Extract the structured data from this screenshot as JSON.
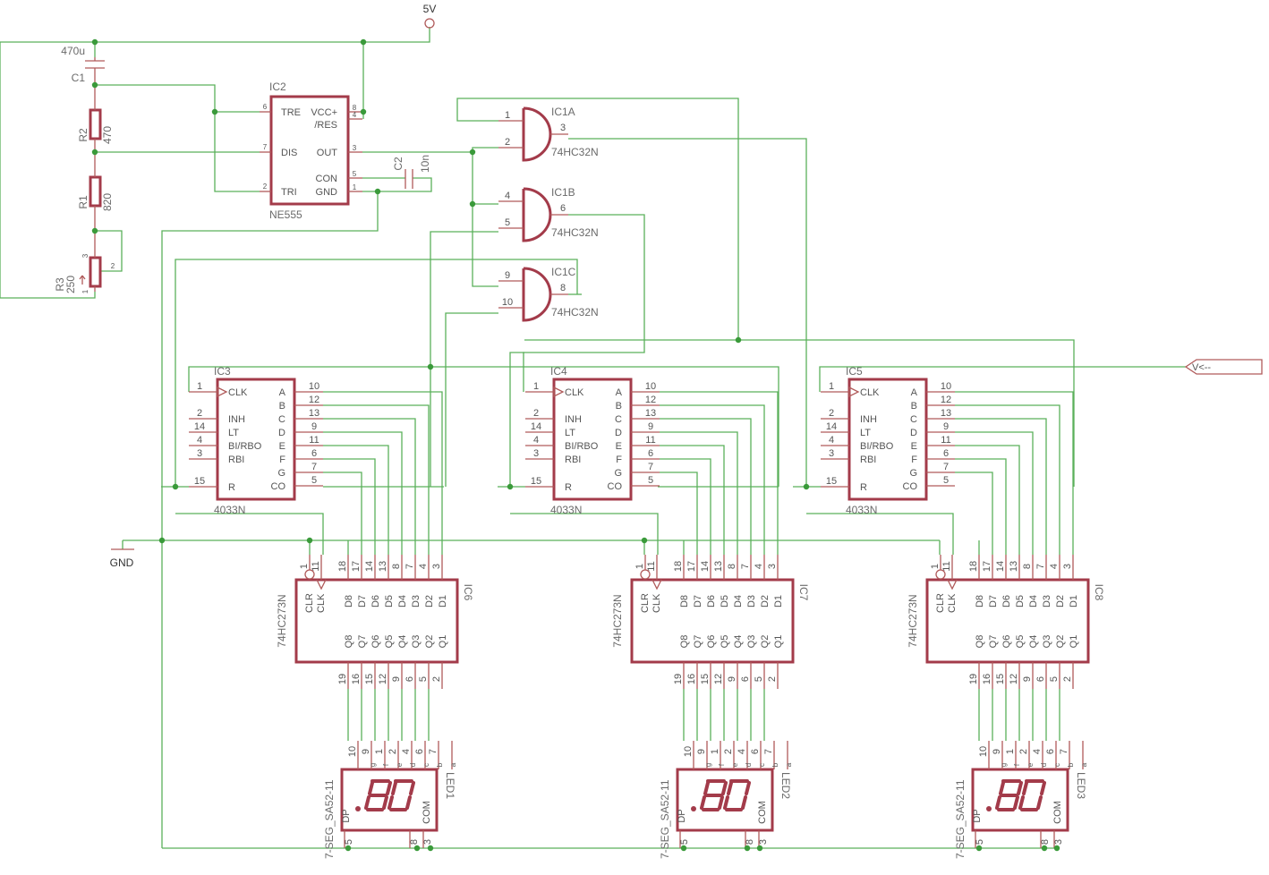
{
  "colors": {
    "wire": "#5ab05a",
    "component": "#a33b4a",
    "junction": "#3a9a3a",
    "background": "#ffffff"
  },
  "supply": {
    "vcc": "5V",
    "gnd": "GND",
    "signal_in": "V<--"
  },
  "c1": {
    "name": "C1",
    "value": "470u"
  },
  "r2": {
    "name": "R2",
    "value": "470"
  },
  "r1": {
    "name": "R1",
    "value": "820"
  },
  "r3": {
    "name": "R3",
    "value": "250",
    "pin1": "1",
    "pin2": "2",
    "pin3": "3"
  },
  "c2": {
    "name": "C2",
    "value": "10n"
  },
  "ic2": {
    "name": "IC2",
    "value": "NE555",
    "labels": {
      "tre": "TRE",
      "vcc": "VCC+",
      "res": "/RES",
      "dis": "DIS",
      "out": "OUT",
      "con": "CON",
      "tri": "TRI",
      "gnd": "GND"
    },
    "pins": {
      "p6": "6",
      "p7": "7",
      "p2": "2",
      "p8": "8",
      "p4": "4",
      "p3": "3",
      "p5": "5",
      "p1": "1"
    }
  },
  "or_gates": [
    {
      "name": "IC1A",
      "value": "74HC32N",
      "in1": "1",
      "in2": "2",
      "out": "3"
    },
    {
      "name": "IC1B",
      "value": "74HC32N",
      "in1": "4",
      "in2": "5",
      "out": "6"
    },
    {
      "name": "IC1C",
      "value": "74HC32N",
      "in1": "9",
      "in2": "10",
      "out": "8"
    }
  ],
  "counters": [
    {
      "name": "IC3",
      "value": "4033N"
    },
    {
      "name": "IC4",
      "value": "4033N"
    },
    {
      "name": "IC5",
      "value": "4033N"
    }
  ],
  "counter_left": [
    {
      "pin": "1",
      "label": "CLK"
    },
    {
      "pin": "2",
      "label": "INH"
    },
    {
      "pin": "14",
      "label": "LT"
    },
    {
      "pin": "4",
      "label": "BI/RBO"
    },
    {
      "pin": "3",
      "label": "RBI"
    },
    {
      "pin": "15",
      "label": "R"
    }
  ],
  "counter_right": [
    {
      "pin": "10",
      "label": "A"
    },
    {
      "pin": "12",
      "label": "B"
    },
    {
      "pin": "13",
      "label": "C"
    },
    {
      "pin": "9",
      "label": "D"
    },
    {
      "pin": "11",
      "label": "E"
    },
    {
      "pin": "6",
      "label": "F"
    },
    {
      "pin": "7",
      "label": "G"
    },
    {
      "pin": "5",
      "label": "CO"
    }
  ],
  "latches": [
    {
      "name": "IC6",
      "value": "74HC273N"
    },
    {
      "name": "IC7",
      "value": "74HC273N"
    },
    {
      "name": "IC8",
      "value": "74HC273N"
    }
  ],
  "latch_ctrl": [
    {
      "pin": "1",
      "label": "CLR"
    },
    {
      "pin": "11",
      "label": "CLK"
    }
  ],
  "latch_d": [
    {
      "pin": "18",
      "label": "D8"
    },
    {
      "pin": "17",
      "label": "D7"
    },
    {
      "pin": "14",
      "label": "D6"
    },
    {
      "pin": "13",
      "label": "D5"
    },
    {
      "pin": "8",
      "label": "D4"
    },
    {
      "pin": "7",
      "label": "D3"
    },
    {
      "pin": "4",
      "label": "D2"
    },
    {
      "pin": "3",
      "label": "D1"
    }
  ],
  "latch_q": [
    {
      "pin": "19",
      "label": "Q8"
    },
    {
      "pin": "16",
      "label": "Q7"
    },
    {
      "pin": "15",
      "label": "Q6"
    },
    {
      "pin": "12",
      "label": "Q5"
    },
    {
      "pin": "9",
      "label": "Q4"
    },
    {
      "pin": "6",
      "label": "Q3"
    },
    {
      "pin": "5",
      "label": "Q2"
    },
    {
      "pin": "2",
      "label": "Q1"
    }
  ],
  "displays": [
    {
      "name": "LED1",
      "value": "7-SEG_SA52-11"
    },
    {
      "name": "LED2",
      "value": "7-SEG_SA52-11"
    },
    {
      "name": "LED3",
      "value": "7-SEG_SA52-11"
    }
  ],
  "display_top": [
    {
      "pin": "10",
      "seg": ""
    },
    {
      "pin": "9",
      "seg": "g"
    },
    {
      "pin": "1",
      "seg": "f"
    },
    {
      "pin": "2",
      "seg": "e"
    },
    {
      "pin": "4",
      "seg": "d"
    },
    {
      "pin": "6",
      "seg": "c"
    },
    {
      "pin": "7",
      "seg": "b"
    },
    {
      "pin": "",
      "seg": "a"
    }
  ],
  "display_labels": {
    "dp": "DP",
    "com": "COM"
  },
  "display_bottom": [
    {
      "pin": "5"
    },
    {
      "pin": "8"
    },
    {
      "pin": "3"
    }
  ]
}
